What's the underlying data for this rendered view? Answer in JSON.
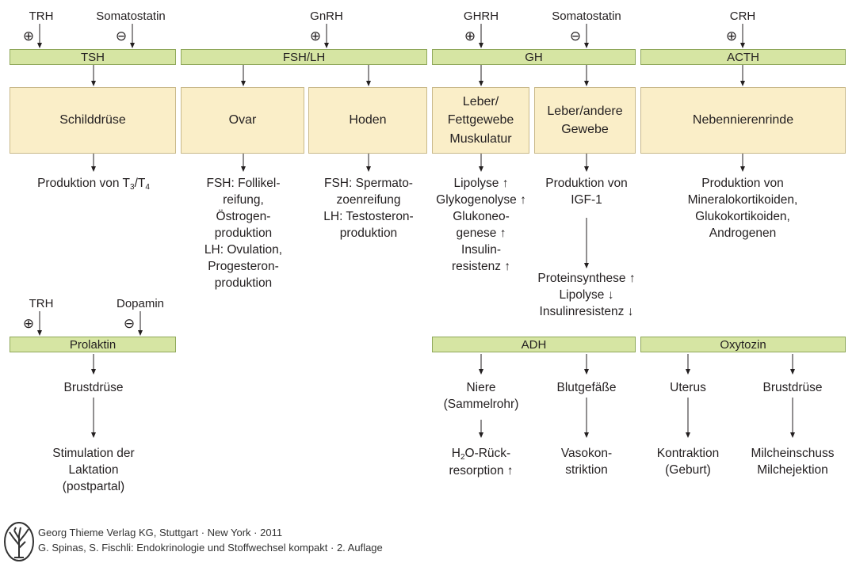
{
  "regulators": {
    "trh_top": "TRH",
    "somatostatin_tsh": "Somatostatin",
    "gnrh": "GnRH",
    "ghrh": "GHRH",
    "somatostatin_gh": "Somatostatin",
    "crh": "CRH",
    "trh_prl": "TRH",
    "dopamin": "Dopamin",
    "plus": "⊕",
    "minus": "⊖"
  },
  "hormones": {
    "tsh": "TSH",
    "fsh_lh": "FSH/LH",
    "gh": "GH",
    "acth": "ACTH",
    "prolaktin": "Prolaktin",
    "adh": "ADH",
    "oxytozin": "Oxytozin"
  },
  "organs": {
    "schilddruese": "Schilddrüse",
    "ovar": "Ovar",
    "hoden": "Hoden",
    "leber_fett": "Leber/\nFettgewebe\nMuskulatur",
    "leber_andere": "Leber/andere\nGewebe",
    "nebenniere": "Nebennierenrinde"
  },
  "effects": {
    "tsh_prefix": "Produktion von T",
    "tsh_sub3": "3",
    "tsh_mid": "/T",
    "tsh_sub4": "4",
    "ovar": "FSH: Follikel-\nreifung,\nÖstrogen-\nproduktion\nLH: Ovulation,\nProgesteron-\nproduktion",
    "hoden": "FSH: Spermato-\nzoenreifung\nLH: Testosteron-\nproduktion",
    "gh_metabolic": "Lipolyse ↑\nGlykogenolyse ↑\nGlukoneo-\ngenese ↑\nInsulin-\nresistenz ↑",
    "igf": "Produktion von\nIGF-1",
    "igf_effects": "Proteinsynthese ↑\nLipolyse ↓\nInsulinresistenz ↓",
    "acth": "Produktion von\nMineralokortikoiden,\nGlukokortikoiden,\nAndrogenen",
    "prl_target": "Brustdrüse",
    "prl_effect": "Stimulation der\nLaktation\n(postpartal)",
    "adh_niere": "Niere\n(Sammelrohr)",
    "adh_niere_prefix": "H",
    "adh_niere_sub": "2",
    "adh_niere_rest": "O-Rück-",
    "adh_niere_line2": "resorption ↑",
    "adh_gefaesse": "Blutgefäße",
    "adh_gefaesse_effect": "Vasokon-\nstriktion",
    "oxy_uterus": "Uterus",
    "oxy_uterus_effect": "Kontraktion\n(Geburt)",
    "oxy_brust": "Brustdrüse",
    "oxy_brust_effect": "Milcheinschuss\nMilchejektion"
  },
  "footer": {
    "line1": "Georg Thieme Verlag KG, Stuttgart · New York · 2011",
    "line2": "G. Spinas, S. Fischli: Endokrinologie und Stoffwechsel kompakt · 2. Auflage",
    "logo_icon": "tree-logo-icon"
  }
}
